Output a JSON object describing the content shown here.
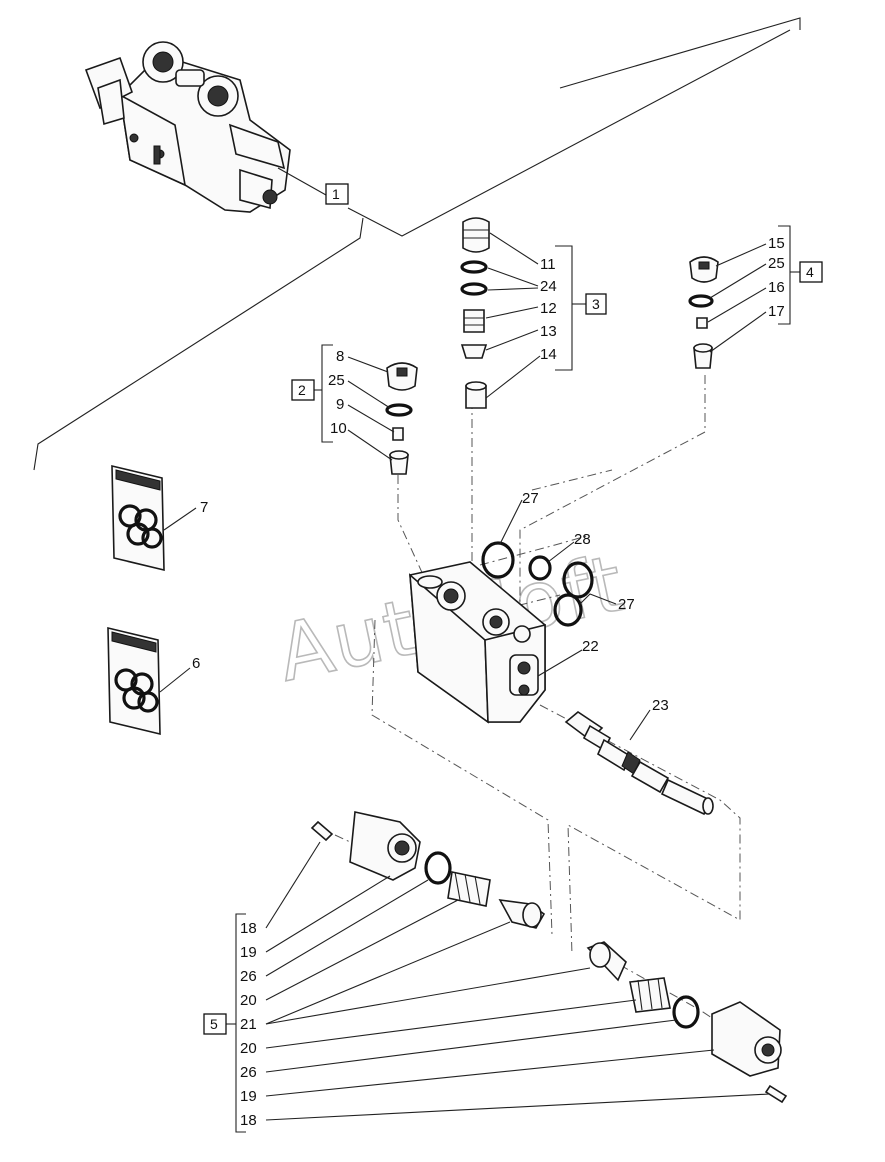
{
  "watermark": "AutoSoft",
  "group_boxes": [
    {
      "id": "g1",
      "label": "1"
    },
    {
      "id": "g2",
      "label": "2"
    },
    {
      "id": "g3",
      "label": "3"
    },
    {
      "id": "g4",
      "label": "4"
    },
    {
      "id": "g5",
      "label": "5"
    }
  ],
  "group2_items": [
    "8",
    "25",
    "9",
    "10"
  ],
  "group3_items": [
    "11",
    "24",
    "12",
    "13",
    "14"
  ],
  "group4_items": [
    "15",
    "25",
    "16",
    "17"
  ],
  "group5_items": [
    "18",
    "19",
    "26",
    "20",
    "21",
    "20",
    "26",
    "19",
    "18"
  ],
  "callouts": {
    "c6": "6",
    "c7": "7",
    "c22": "22",
    "c23": "23",
    "c27a": "27",
    "c27b": "27",
    "c28": "28"
  }
}
